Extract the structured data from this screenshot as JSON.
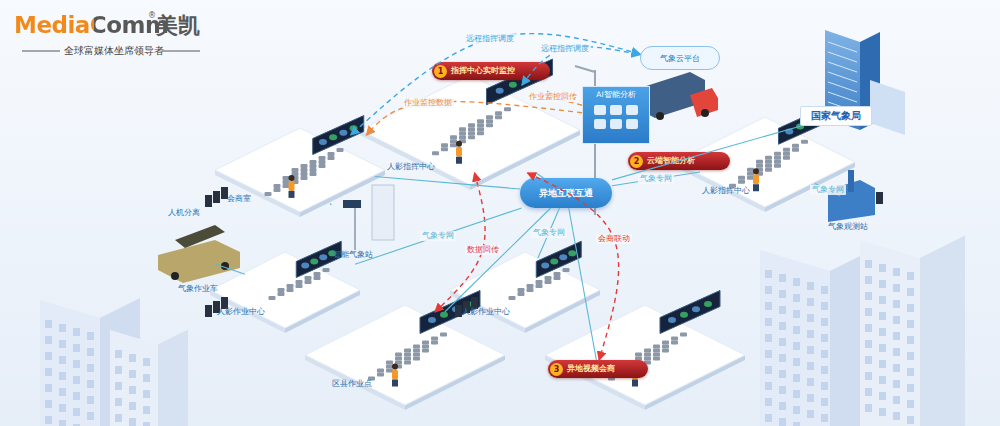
{
  "diagram": {
    "nodes": [
      {
        "text": [
          "异地互联互通"
        ]
      },
      {
        "text": [
          "国家气象局"
        ]
      },
      {
        "text": [
          "人影指挥中心"
        ]
      },
      {
        "text": [
          "人影指挥中心"
        ]
      },
      {
        "text": [
          "会商室"
        ]
      },
      {
        "text": [
          "人影作业中心"
        ]
      },
      {
        "text": [
          "人影作业中心"
        ]
      },
      {
        "text": [
          "区县作业点"
        ]
      },
      {
        "text": [
          "3",
          "异地视频会商"
        ]
      },
      {
        "text": [
          "气象云平台"
        ]
      },
      {
        "text": [
          "AI智能分析"
        ]
      },
      {
        "text": [
          "气象作业车"
        ]
      },
      {
        "text": [
          "气象观测站"
        ]
      },
      {
        "text": [
          "1",
          "指挥中心实时监控"
        ]
      },
      {
        "text": [
          "2",
          "云端智能分析"
        ]
      },
      {
        "text": [
          "智能气象站"
        ]
      }
    ],
    "edges": [
      {
        "from": 9,
        "to": 4,
        "arrow": "both",
        "label": "远程指挥调度"
      },
      {
        "from": 2,
        "to": 9,
        "arrow": "both",
        "label": "远程指挥调度"
      },
      {
        "from": 10,
        "to": 4,
        "arrow": "to",
        "label": "作业监控数据"
      },
      {
        "from": 10,
        "to": 2,
        "arrow": "to",
        "label": "作业监控回传"
      },
      {
        "from": 2,
        "to": 7,
        "arrow": "both",
        "label": "数据回传"
      },
      {
        "from": 2,
        "to": 8,
        "arrow": "both",
        "label": "会商联动"
      },
      {
        "from": 0,
        "to": 1,
        "arrow": "none"
      },
      {
        "from": 0,
        "to": 2,
        "arrow": "none"
      },
      {
        "from": 0,
        "to": 3,
        "arrow": "none",
        "label": "气象专网"
      },
      {
        "from": 0,
        "to": 4,
        "arrow": "none"
      },
      {
        "from": 0,
        "to": 5,
        "arrow": "none",
        "label": "气象专网"
      },
      {
        "from": 0,
        "to": 6,
        "arrow": "none",
        "label": "气象专网"
      },
      {
        "from": 0,
        "to": 7,
        "arrow": "none"
      },
      {
        "from": 0,
        "to": 8,
        "arrow": "none"
      },
      {
        "from": 3,
        "to": 12,
        "arrow": "none",
        "label": "气象专网"
      },
      {
        "from": 5,
        "to": 11,
        "arrow": "none"
      },
      {
        "from": 4,
        "to": 15,
        "arrow": "none"
      }
    ],
    "labels": [
      "MediaComm",
      "®",
      "美凯",
      "全球富媒体坐席领导者",
      "人机分离"
    ]
  }
}
